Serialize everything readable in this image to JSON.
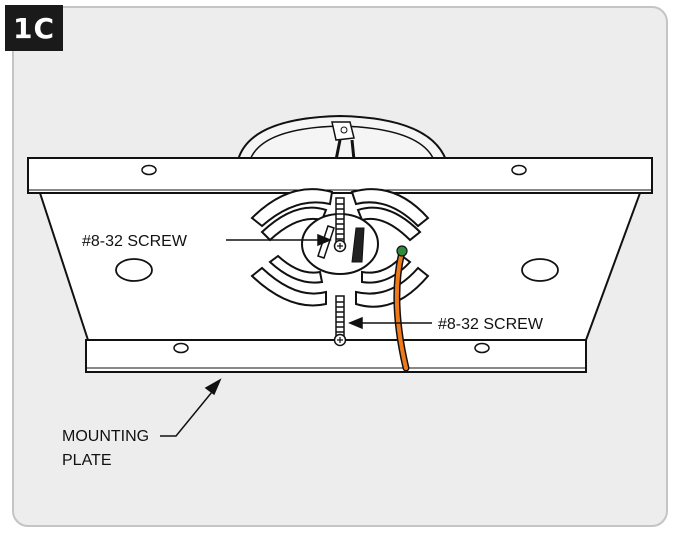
{
  "step": "1C",
  "labels": {
    "screw_top": "#8-32 SCREW",
    "screw_bottom": "#8-32 SCREW",
    "mounting_line1": "MOUNTING",
    "mounting_line2": "PLATE"
  },
  "colors": {
    "panel_bg": "#ededed",
    "badge_bg": "#1a1a1a",
    "wire": "#f07a1a",
    "wire_cap": "#2e8b3d"
  }
}
